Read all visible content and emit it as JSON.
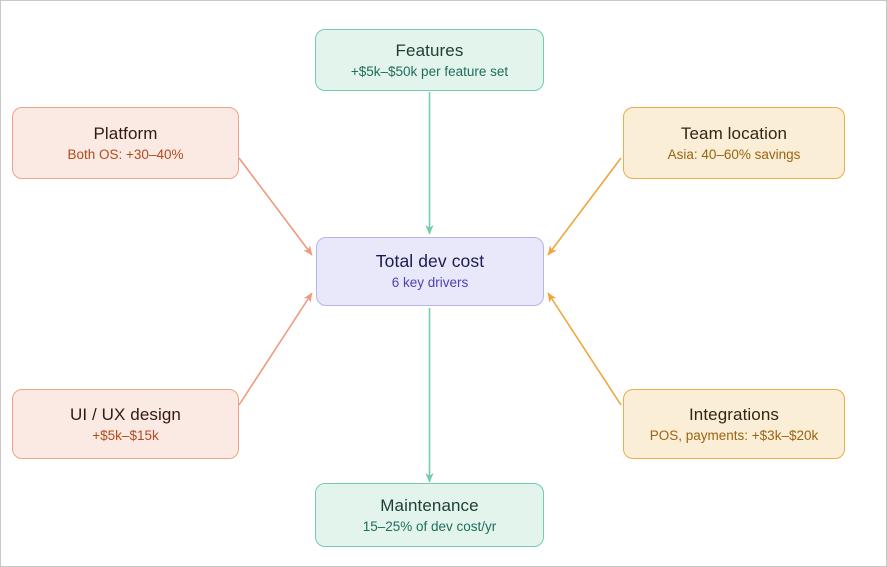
{
  "diagram": {
    "type": "hub-and-spoke",
    "background_color": "#ffffff",
    "border_color": "#c8c8c8",
    "center": {
      "title": "Total dev cost",
      "subtitle": "6 key drivers",
      "accent": "#4b42b5"
    },
    "nodes": [
      {
        "id": "features",
        "title": "Features",
        "subtitle": "+$5k–$50k per feature set",
        "theme": "green",
        "accent": "#72cdb0",
        "position": "top"
      },
      {
        "id": "platform",
        "title": "Platform",
        "subtitle": "Both OS: +30–40%",
        "theme": "red",
        "accent": "#efa285",
        "position": "top-left"
      },
      {
        "id": "team-location",
        "title": "Team location",
        "subtitle": "Asia: 40–60% savings",
        "theme": "amber",
        "accent": "#eeab4c",
        "position": "top-right"
      },
      {
        "id": "ui-ux-design",
        "title": "UI / UX design",
        "subtitle": "+$5k–$15k",
        "theme": "red",
        "accent": "#efa285",
        "position": "bottom-left"
      },
      {
        "id": "integrations",
        "title": "Integrations",
        "subtitle": "POS, payments: +$3k–$20k",
        "theme": "amber",
        "accent": "#eeab4c",
        "position": "bottom-right"
      },
      {
        "id": "maintenance",
        "title": "Maintenance",
        "subtitle": "15–25% of dev cost/yr",
        "theme": "green",
        "accent": "#72cdb0",
        "position": "bottom"
      }
    ],
    "edges": [
      {
        "from": "features",
        "to": "center",
        "color": "#72cdb0"
      },
      {
        "from": "platform",
        "to": "center",
        "color": "#ef9a7d"
      },
      {
        "from": "team-location",
        "to": "center",
        "color": "#efa73c"
      },
      {
        "from": "ui-ux-design",
        "to": "center",
        "color": "#ef9a7d"
      },
      {
        "from": "integrations",
        "to": "center",
        "color": "#efa73c"
      },
      {
        "from": "center",
        "to": "maintenance",
        "color": "#72cdb0"
      }
    ]
  }
}
